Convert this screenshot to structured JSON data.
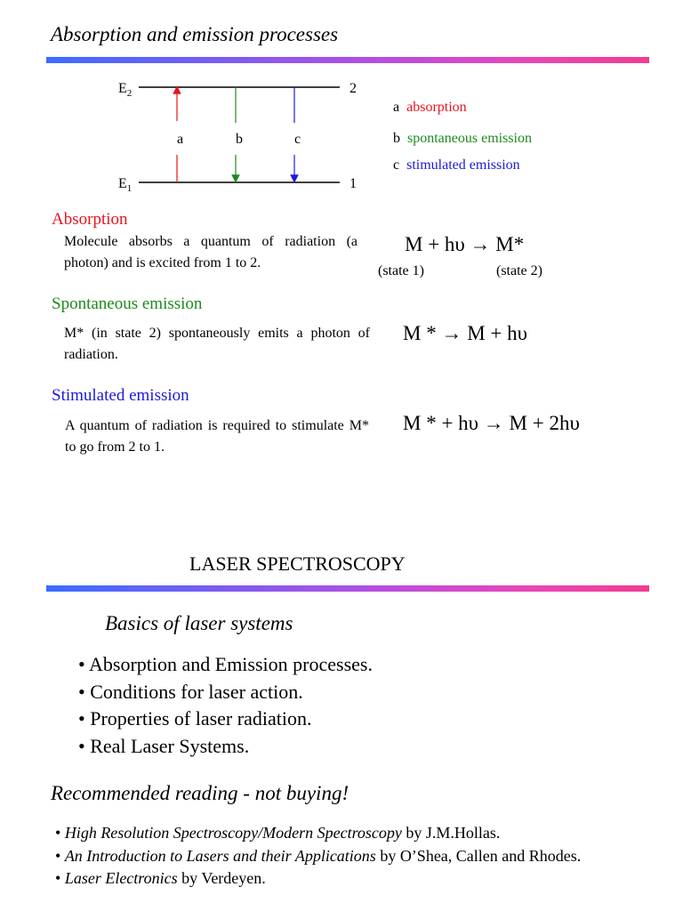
{
  "top": {
    "title": "Absorption and emission processes",
    "diagram": {
      "e2_label": "E",
      "e2_sub": "2",
      "e1_label": "E",
      "e1_sub": "1",
      "level_upper": "2",
      "level_lower": "1",
      "arrow_a": "a",
      "arrow_b": "b",
      "arrow_c": "c",
      "arrow_colors": {
        "a": "#e8141c",
        "b": "#1d8a1d",
        "c": "#1a1ae0"
      }
    },
    "legend": [
      {
        "letter": "a",
        "text": "absorption"
      },
      {
        "letter": "b",
        "text": "spontaneous emission"
      },
      {
        "letter": "c",
        "text": "stimulated emission"
      }
    ],
    "absorption": {
      "heading": "Absorption",
      "text": "Molecule absorbs a quantum of radiation (a photon) and is excited from 1 to 2.",
      "equation": "M + hυ → M*",
      "state1": "(state 1)",
      "state2": "(state 2)"
    },
    "spontaneous": {
      "heading": "Spontaneous emission",
      "text": "M* (in state 2) spontaneously emits a photon of radiation.",
      "equation": "M * → M + hυ"
    },
    "stimulated": {
      "heading": "Stimulated emission",
      "text": "A quantum of radiation is required to stimulate M* to go from 2 to 1.",
      "equation": "M * + hυ → M + 2hυ"
    }
  },
  "bottom": {
    "title": "LASER SPECTROSCOPY",
    "subtitle": "Basics of laser systems",
    "bullets": [
      "• Absorption and Emission processes.",
      "• Conditions for laser action.",
      "• Properties of laser radiation.",
      "• Real Laser Systems."
    ],
    "reading_heading": "Recommended reading - not buying!",
    "reading": [
      {
        "prefix": "• ",
        "title": "High Resolution Spectroscopy/Modern Spectroscopy",
        "suffix": " by J.M.Hollas."
      },
      {
        "prefix": "• ",
        "title": "An Introduction to Lasers and their Applications",
        "suffix": " by O’Shea, Callen and Rhodes."
      },
      {
        "prefix": "• ",
        "title": "Laser Electronics",
        "suffix": " by Verdeyen."
      }
    ]
  },
  "colors": {
    "gradient_start": "#3b6cff",
    "gradient_end": "#f03c90"
  }
}
